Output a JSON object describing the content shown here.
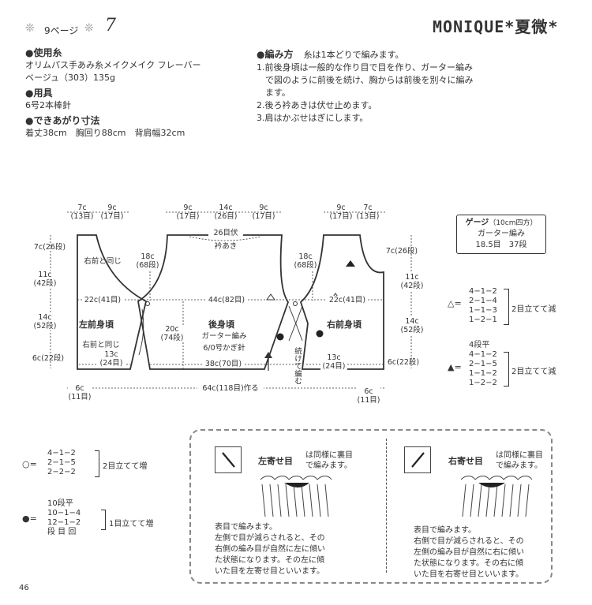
{
  "header": {
    "page_ref": "9ページ",
    "pattern_no": "7",
    "watermark": "MONIQUE*夏微*"
  },
  "specs": {
    "yarn_title": "●使用糸",
    "yarn_line1": "オリムパス手あみ糸メイクメイク フレーバー",
    "yarn_line2": "ベージュ（303）135g",
    "tools_title": "●用具",
    "tools_value": "6号2本棒針",
    "size_title": "●できあがり寸法",
    "size_value": "着丈38cm　胸回り88cm　背肩幅32cm"
  },
  "method": {
    "title": "●編み方",
    "intro": "糸は1本どりで編みます。",
    "steps": [
      "1.前後身頃は一般的な作り目で目を作り、ガーター編み",
      "　で図のように前後を続け、胸からは前後を別々に編み",
      "　ます。",
      "2.後ろ衿あきは伏せ止めます。",
      "3.肩はかぶせはぎにします。"
    ]
  },
  "diagram": {
    "top_dims": {
      "left": [
        "7c\n(13目)",
        "9c\n(17目)"
      ],
      "center": [
        "9c\n(17目)",
        "14c\n(26目)",
        "9c\n(17目)"
      ],
      "right": [
        "9c\n(17目)",
        "7c\n(13目)"
      ]
    },
    "labels": {
      "bind_off": "26目伏",
      "neck": "衿あき",
      "left_front": "左前身頃",
      "back": "後身頃",
      "right_front": "右前身頃",
      "garter": "ガーター編み",
      "hook": "6/0号かぎ針",
      "same_right_1": "右前と同じ",
      "same_right_2": "右前と同じ",
      "continue": "続けて編む"
    },
    "dims": {
      "left_7c": "7c(26段)",
      "left_11c": "11c\n(42段)",
      "left_14c": "14c\n(52段)",
      "left_6c": "6c(22段)",
      "armhole_l": "18c\n(68段)",
      "armhole_r": "18c\n(68段)",
      "chest_l": "22c(41目)",
      "chest_c": "44c(82目)",
      "chest_r": "22c(41目)",
      "side_20c": "20c\n(74段)",
      "bottom_13c_l": "13c\n(24目)",
      "bottom_13c_r": "13c\n(24目)",
      "bottom_38c": "38c(70目)",
      "right_7c": "7c(26段)",
      "right_11c": "11c\n(42段)",
      "right_14c": "14c\n(52段)",
      "right_6c": "6c(22段)",
      "hem_6c_l": "6c\n(11目)",
      "hem_64c": "64c(118目)作る",
      "hem_6c_r": "6c\n(11目)"
    }
  },
  "gauge": {
    "title": "ゲージ",
    "unit": "（10cm四方）",
    "line1": "ガーター編み",
    "line2": "18.5目　37段"
  },
  "legends": {
    "tri_open": {
      "rows": [
        "4−1−2",
        "2−1−4",
        "1−1−3",
        "1−2−1"
      ],
      "note": "2目立てて減"
    },
    "tri_fill": {
      "head": "4段平",
      "rows": [
        "4−1−2",
        "2−1−5",
        "1−1−2",
        "1−2−2"
      ],
      "note": "2目立てて減"
    },
    "circle_open": {
      "rows": [
        "4−1−2",
        "2−1−5",
        "2−2−2"
      ],
      "note": "2目立てて増"
    },
    "circle_fill": {
      "head": "10段平",
      "rows": [
        "10−1−4",
        "12−1−2"
      ],
      "foot": "段 目 回",
      "note": "1目立てて増"
    }
  },
  "box_left": {
    "title": "左寄せ目",
    "note": "は同様に裏目\nで編みます。",
    "desc": [
      "表目で編みます。",
      "左側で目が減らされると、その",
      "右側の編み目が自然に左に傾い",
      "た状態になります。その左に傾",
      "いた目を左寄せ目といいます。"
    ]
  },
  "box_right": {
    "title": "右寄せ目",
    "note": "は同様に裏目\nで編みます。",
    "desc": [
      "表目で編みます。",
      "右側で目が減らされると、その",
      "左側の編み目が自然に右に傾い",
      "た状態になります。その右に傾",
      "いた目を右寄せ目といいます。"
    ]
  },
  "footer": {
    "page": "46"
  }
}
